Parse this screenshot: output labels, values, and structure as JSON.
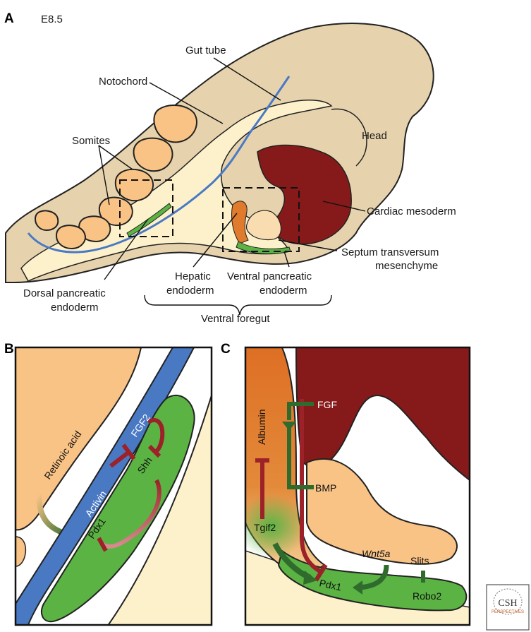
{
  "panel_a": {
    "letter": "A",
    "stage": "E8.5",
    "labels": {
      "gut_tube": "Gut tube",
      "notochord": "Notochord",
      "somites": "Somites",
      "head": "Head",
      "cardiac_mesoderm": "Cardiac mesoderm",
      "septum_line1": "Septum transversum",
      "septum_line2": "mesenchyme",
      "hepatic_line1": "Hepatic",
      "hepatic_line2": "endoderm",
      "ventral_panc_line1": "Ventral pancreatic",
      "ventral_panc_line2": "endoderm",
      "dorsal_panc_line1": "Dorsal pancreatic",
      "dorsal_panc_line2": "endoderm",
      "ventral_foregut": "Ventral foregut"
    }
  },
  "panel_b": {
    "letter": "B",
    "labels": {
      "retinoic_acid": "Retinoic acid",
      "activin": "Activin",
      "fgf2": "FGF2",
      "shh": "Shh",
      "pdx1": "Pdx1"
    }
  },
  "panel_c": {
    "letter": "C",
    "labels": {
      "fgf": "FGF",
      "albumin": "Albumin",
      "bmp": "BMP",
      "tgif2": "Tgif2",
      "wnt5a": "Wnt5a",
      "slits": "Slits",
      "pdx1": "Pdx1",
      "robo2": "Robo2"
    }
  },
  "logo": {
    "line1": "CSH",
    "line2": "PERSPECTIVES"
  },
  "colors": {
    "mesoderm_tan": "#e6d3ad",
    "endoderm_cream": "#fdf1cc",
    "somite_orange": "#f9c386",
    "cardiac_red": "#861a1a",
    "notochord_blue": "#4a79c4",
    "pancreas_green": "#5bb343",
    "hepatic_orange": "#e07a2c",
    "arrow_green": "#2f6b2d",
    "inhibit_red": "#9c2128"
  }
}
